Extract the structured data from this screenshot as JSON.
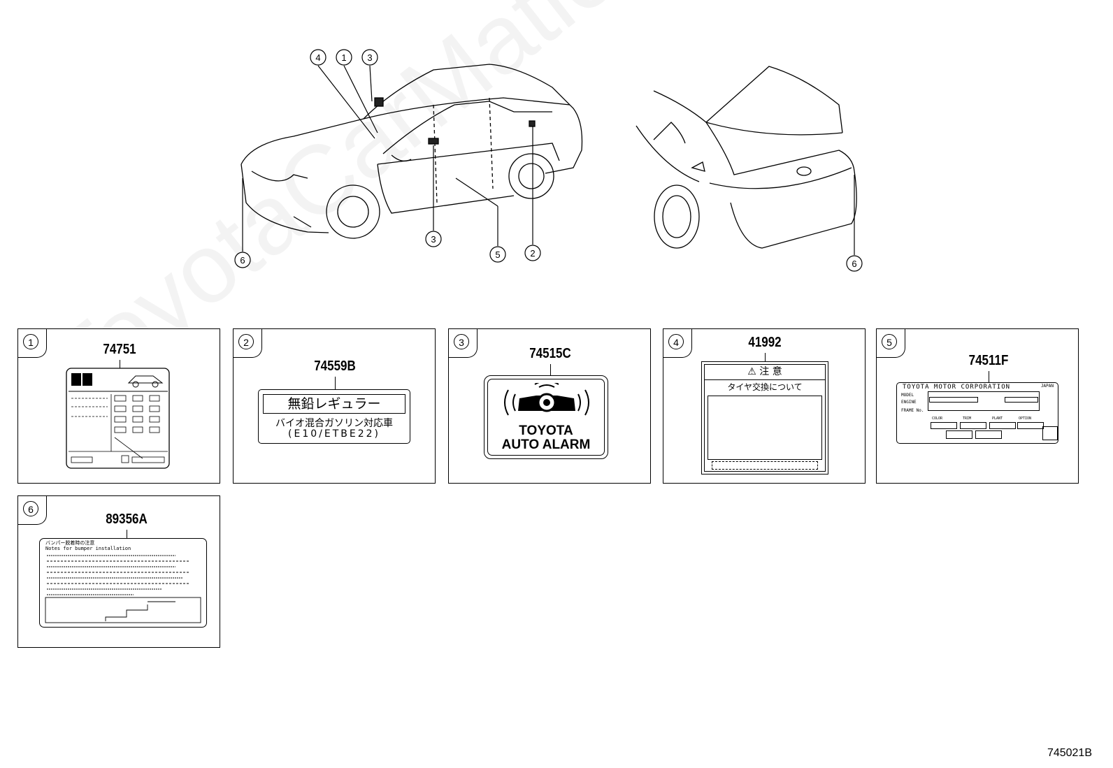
{
  "diagram_id": "745021B",
  "watermark": "ToyotaCarMatic.ru",
  "callouts_front": [
    "4",
    "1",
    "3",
    "3",
    "5",
    "2",
    "6"
  ],
  "callouts_rear": [
    "6"
  ],
  "panels": [
    {
      "index": "1",
      "part_number": "74751"
    },
    {
      "index": "2",
      "part_number": "74559B",
      "label_line1": "無鉛レギュラー",
      "label_line2": "バイオ混合ガソリン対応車",
      "label_line3": "(E10/ETBE22)"
    },
    {
      "index": "3",
      "part_number": "74515C",
      "label_line1": "TOYOTA",
      "label_line2": "AUTO ALARM"
    },
    {
      "index": "4",
      "part_number": "41992",
      "label_line1": "注 意",
      "label_line2": "タイヤ交換について"
    },
    {
      "index": "5",
      "part_number": "74511F",
      "label_line1": "TOYOTA MOTOR CORPORATION",
      "label_corner": "JAPAN",
      "rows": [
        "MODEL",
        "ENGINE",
        "FRAME No."
      ],
      "boxes": [
        "COLOR",
        "TRIM",
        "PLANT",
        "OPTION"
      ]
    },
    {
      "index": "6",
      "part_number": "89356A",
      "label_line1": "バンパー脱着時の注意",
      "label_line2": "Notes for bumper installation"
    }
  ]
}
